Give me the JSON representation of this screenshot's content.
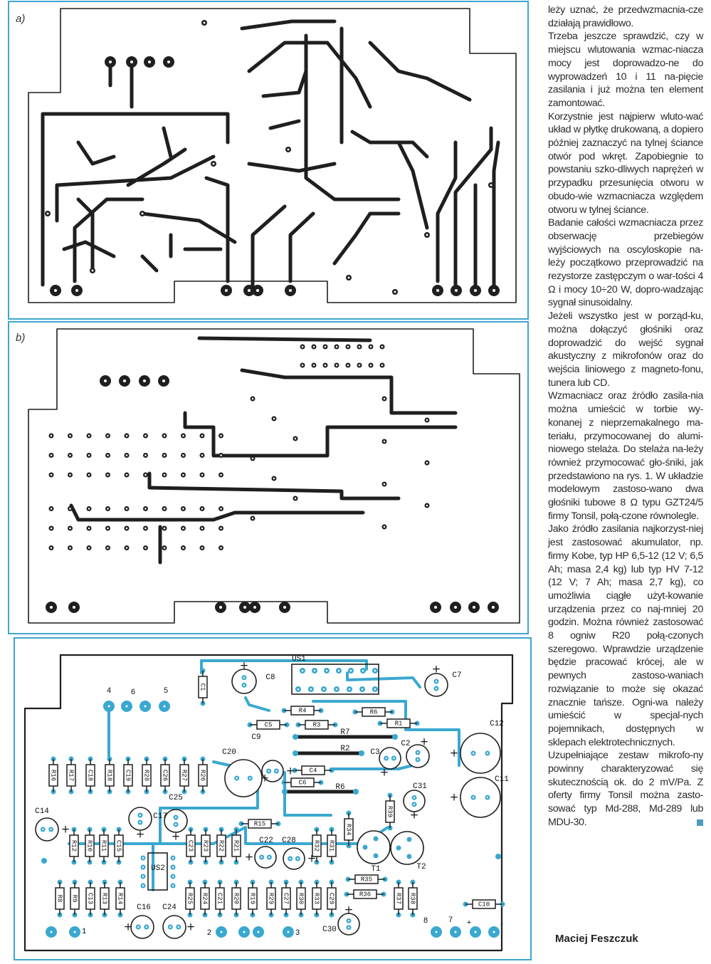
{
  "figure": {
    "panel_a_label": "a)",
    "panel_b_label": "b)",
    "colors": {
      "frame": "#3fa6cf",
      "copper": "#1f1f1f",
      "silk_trace": "#3aa8d0"
    },
    "components": {
      "US1": "US1",
      "C8": "C8",
      "C7": "C7",
      "C1": "C1",
      "P4": "4",
      "P6": "6",
      "P5": "5",
      "R4": "R4",
      "R6a": "R6",
      "R3": "R3",
      "R1": "R1",
      "C5": "C5",
      "C9": "C9",
      "R7": "R7",
      "R2": "R2",
      "C3": "C3",
      "C2": "C2",
      "C12": "C12",
      "C20": "C20",
      "C4": "C4",
      "C6": "C6",
      "R6b": "R6",
      "C11": "C11",
      "C31": "C31",
      "R39": "R39",
      "R15": "R15",
      "R16": "R16",
      "R17": "R17",
      "C18": "C18",
      "R18": "R18",
      "C19": "C19",
      "R28": "R28",
      "C26": "C26",
      "R27": "R27",
      "R26": "R26",
      "C14": "C14",
      "C17": "C17",
      "C25": "C25",
      "C22": "C22",
      "C28": "C28",
      "R12": "R12",
      "R10": "R10",
      "R11": "R11",
      "C15": "C15",
      "C23": "C23",
      "R23": "R23",
      "R22": "R22",
      "R21": "R21",
      "R32": "R32",
      "R31": "R31",
      "R34": "R34",
      "T1": "T1",
      "T2": "T2",
      "US2": "US2",
      "R8": "R8",
      "R9": "R9",
      "C13": "C13",
      "R13": "R13",
      "R14": "R14",
      "R25": "R25",
      "R24": "R24",
      "C21": "C21",
      "R20": "R20",
      "R19": "R19",
      "R29": "R29",
      "C27": "C27",
      "R30": "R30",
      "R33": "R33",
      "C29": "C29",
      "R35": "R35",
      "R36": "R36",
      "R37": "R37",
      "R38": "R38",
      "C10": "C10",
      "C16": "C16",
      "C24": "C24",
      "C30": "C30",
      "P1": "1",
      "P2": "2",
      "P3": "3",
      "P8": "8",
      "P7": "7",
      "Pplus": "+",
      "Pminus": "-"
    }
  },
  "article": {
    "paragraphs": [
      "leży uznać, że przedwzmacnia-cze działają prawidłowo.",
      "Trzeba jeszcze sprawdzić, czy w miejscu wlutowania wzmac-niacza mocy jest doprowadzo-ne do wyprowadzeń 10 i 11 na-pięcie zasilania i już można ten element zamontować.",
      "Korzystnie jest najpierw wluto-wać układ w płytkę drukowaną, a dopiero później zaznaczyć na tylnej ściance otwór pod wkręt. Zapobiegnie to powstaniu szko-dliwych naprężeń w przypadku przesunięcia otworu w obudo-wie wzmacniacza względem otworu w tylnej ściance.",
      "Badanie całości wzmacniacza przez obserwację przebiegów wyjściowych na oscyloskopie na-leży początkowo przeprowadzić na rezystorze zastępczym o war-tości 4 Ω i mocy 10÷20 W, dopro-wadzając sygnał sinusoidalny.",
      "Jeżeli wszystko jest w porząd-ku, można dołączyć głośniki oraz doprowadzić do wejść sygnał akustyczny z mikrofonów oraz do wejścia liniowego z magneto-fonu, tunera lub CD.",
      "Wzmacniacz oraz źródło zasila-nia można umieścić w torbie wy-konanej z nieprzemakalnego ma-teriału, przymocowanej do alumi-niowego stelaża. Do stelaża na-leży również przymocować gło-śniki, jak przedstawiono na rys. 1. W układzie modelowym zastoso-wano dwa głośniki tubowe 8 Ω typu GZT24/5 firmy Tonsil, połą-czone równolegle.",
      "Jako źródło zasilania najkorzyst-niej jest zastosować akumulator, np. firmy Kobe, typ HP 6,5-12 (12 V; 6,5 Ah; masa 2,4 kg) lub typ HV 7-12 (12 V; 7 Ah; masa 2,7 kg), co umożliwia ciągłe użyt-kowanie urządzenia przez co naj-mniej 20 godzin. Można również zastosować 8 ogniw R20 połą-czonych szeregowo. Wprawdzie urządzenie będzie pracować krócej, ale w pewnych zastoso-waniach rozwiązanie to może się okazać znacznie tańsze. Ogni-wa należy umieścić w specjal-nych pojemnikach, dostępnych w sklepach elektrotechnicznych.",
      "Uzupełniające zestaw mikrofo-ny powinny charakteryzować się skutecznością ok. do 2 mV/Pa. Z oferty firmy Tonsil można zasto-sować typ Md-288, Md-289 lub MDU-30."
    ],
    "author": "Maciej Feszczuk"
  }
}
